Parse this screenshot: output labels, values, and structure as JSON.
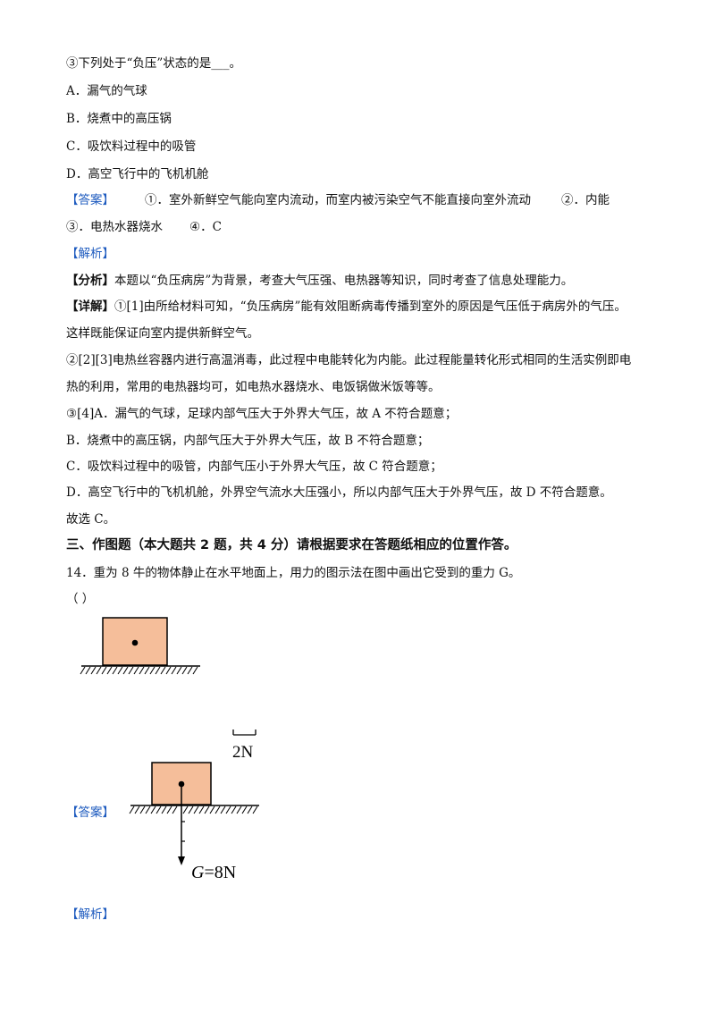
{
  "q13": {
    "subq3": "③下列处于“负压”状态的是___。",
    "options": [
      "A．漏气的气球",
      "B．烧煮中的高压锅",
      "C．吸饮料过程中的吸管",
      "D．高空飞行中的飞机机舱"
    ],
    "answer_tag": "【答案】",
    "answer_1": "①．室外新鲜空气能向室内流动，而室内被污染空气不能直接向室外流动",
    "answer_2": "②．内能",
    "answer_3": "③．电热水器烧水",
    "answer_4": "④．C",
    "jiexi_tag": "【解析】",
    "analysis_tag": "【分析】",
    "analysis": "本题以“负压病房”为背景，考查大气压强、电热器等知识，同时考查了信息处理能力。",
    "detail_tag": "【详解】",
    "detail_1a": "①[1]由所给材料可知，“负压病房”能有效阻断病毒传播到室外的原因是气压低于病房外的气压。",
    "detail_1b": "这样既能保证向室内提供新鲜空气。",
    "detail_2a": "②[2][3]电热丝容器内进行高温消毒，此过程中电能转化为内能。此过程能量转化形式相同的生活实例即电",
    "detail_2b": "热的利用，常用的电热器均可，如电热水器烧水、电饭锅做米饭等等。",
    "detail_3a": "③[4]A．漏气的气球，足球内部气压大于外界大气压，故 A 不符合题意；",
    "detail_3b": "B．烧煮中的高压锅，内部气压大于外界大气压，故 B 不符合题意；",
    "detail_3c": "C．吸饮料过程中的吸管，内部气压小于外界大气压，故 C 符合题意；",
    "detail_3d": "D．高空飞行中的飞机机舱，外界空气流水大压强小，所以内部气压大于外界气压，故 D 不符合题意。",
    "conclusion": "故选 C。"
  },
  "section3": {
    "heading": "三、作图题（本大题共 2 题，共 4 分）请根据要求在答题纸相应的位置作答。"
  },
  "q14": {
    "stem": "14．重为 8 牛的物体静止在水平地面上，用力的图示法在图中画出它受到的重力 G。",
    "blank": "（          ）",
    "answer_tag": "【答案】",
    "scale_label": "2N",
    "force_label_var": "G",
    "force_label_val": "=8N",
    "jiexi_tag": "【解析】"
  },
  "colors": {
    "tag_blue": "#1e5bbf",
    "block_fill": "#f5be9a"
  }
}
